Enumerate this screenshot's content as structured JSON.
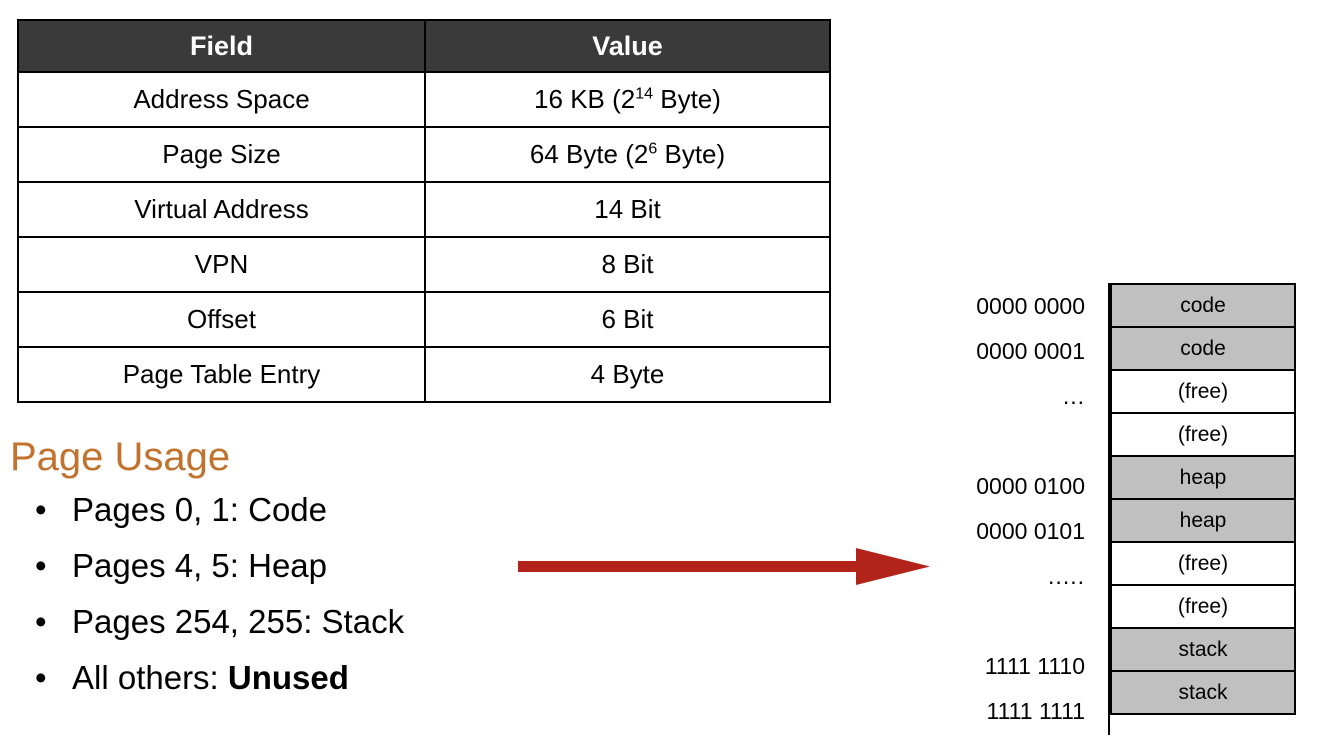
{
  "spec_table": {
    "headers": [
      "Field",
      "Value"
    ],
    "header_bg": "#3a3a3a",
    "rows": [
      {
        "field": "Address Space",
        "value_main": "16 KB (2",
        "value_sup": "14",
        "value_tail": " Byte)"
      },
      {
        "field": "Page Size",
        "value_main": "64 Byte (2",
        "value_sup": "6",
        "value_tail": " Byte)"
      },
      {
        "field": "Virtual Address",
        "value_main": "14 Bit",
        "value_sup": "",
        "value_tail": ""
      },
      {
        "field": "VPN",
        "value_main": "8 Bit",
        "value_sup": "",
        "value_tail": ""
      },
      {
        "field": "Offset",
        "value_main": "6 Bit",
        "value_sup": "",
        "value_tail": ""
      },
      {
        "field": "Page Table Entry",
        "value_main": "4 Byte",
        "value_sup": "",
        "value_tail": ""
      }
    ]
  },
  "page_usage": {
    "title": "Page Usage",
    "title_color": "#c1732e",
    "bullet_glyph": "•",
    "items": [
      {
        "text": "Pages 0, 1: Code",
        "bold_text": ""
      },
      {
        "text": "Pages 4, 5: Heap",
        "bold_text": ""
      },
      {
        "text": "Pages 254, 255: Stack",
        "bold_text": ""
      },
      {
        "text": "All others: ",
        "bold_text": "Unused"
      }
    ]
  },
  "arrow": {
    "name": "rightward-arrow",
    "color": "#b2241a"
  },
  "memory_diagram": {
    "used_color": "#c0c0c0",
    "free_color": "#ffffff",
    "addresses": [
      {
        "label": "0000 0000",
        "kind": "binary"
      },
      {
        "label": "0000 0001",
        "kind": "binary"
      },
      {
        "label": "...",
        "kind": "ellipsis"
      },
      {
        "label": "",
        "kind": "blank"
      },
      {
        "label": "0000 0100",
        "kind": "binary"
      },
      {
        "label": "0000 0101",
        "kind": "binary"
      },
      {
        "label": ".....",
        "kind": "ellipsis"
      },
      {
        "label": "",
        "kind": "blank"
      },
      {
        "label": "1111 1110",
        "kind": "binary"
      },
      {
        "label": "1111 1111",
        "kind": "binary"
      }
    ],
    "blocks": [
      {
        "label": "code",
        "state": "used"
      },
      {
        "label": "code",
        "state": "used"
      },
      {
        "label": "(free)",
        "state": "free"
      },
      {
        "label": "(free)",
        "state": "free"
      },
      {
        "label": "heap",
        "state": "used"
      },
      {
        "label": "heap",
        "state": "used"
      },
      {
        "label": "(free)",
        "state": "free"
      },
      {
        "label": "(free)",
        "state": "free"
      },
      {
        "label": "stack",
        "state": "used"
      },
      {
        "label": "stack",
        "state": "used"
      }
    ]
  }
}
